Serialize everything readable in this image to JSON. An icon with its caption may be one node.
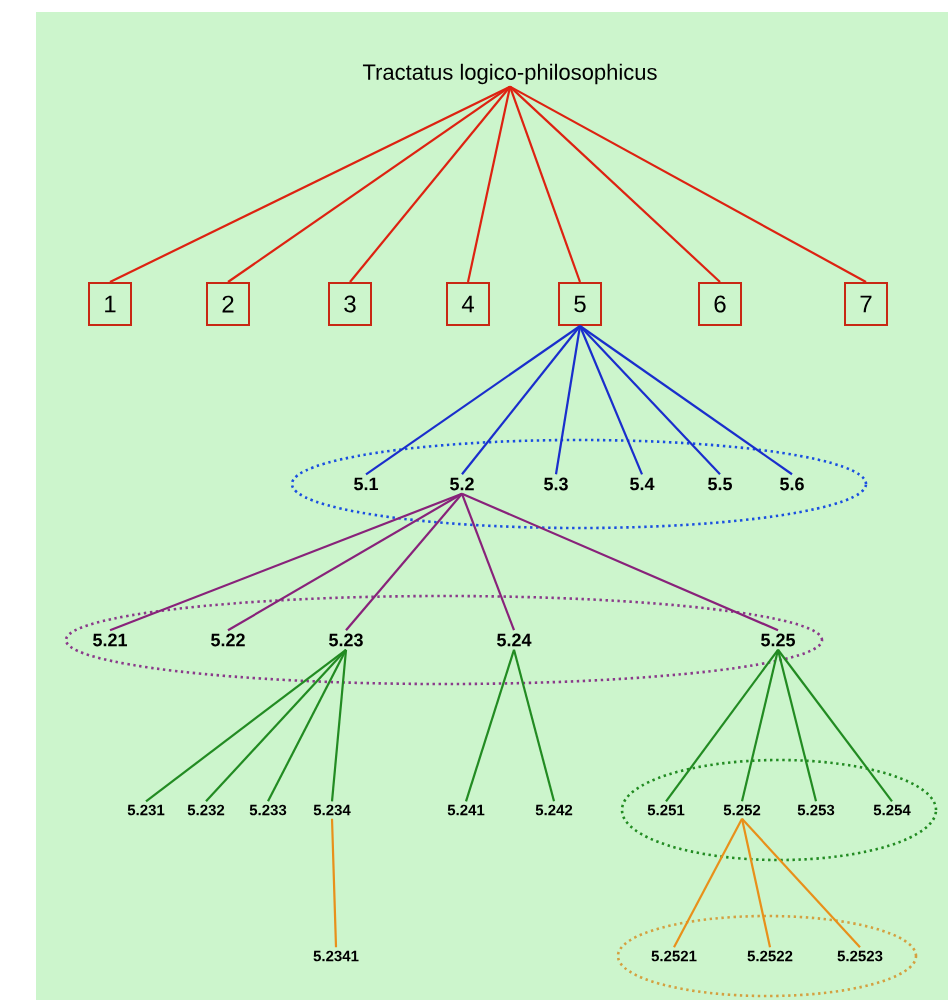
{
  "diagram": {
    "nodes": [
      {
        "text": [
          "Tractatus logico-philosophicus"
        ]
      },
      {
        "text": [
          "1"
        ]
      },
      {
        "text": [
          "2"
        ]
      },
      {
        "text": [
          "3"
        ]
      },
      {
        "text": [
          "4"
        ]
      },
      {
        "text": [
          "5"
        ]
      },
      {
        "text": [
          "6"
        ]
      },
      {
        "text": [
          "7"
        ]
      },
      {
        "text": [],
        "shape": "ellipse"
      },
      {
        "text": [
          "5.1"
        ],
        "in": 8
      },
      {
        "text": [
          "5.2"
        ],
        "in": 8
      },
      {
        "text": [
          "5.3"
        ],
        "in": 8
      },
      {
        "text": [
          "5.4"
        ],
        "in": 8
      },
      {
        "text": [
          "5.5"
        ],
        "in": 8
      },
      {
        "text": [
          "5.6"
        ],
        "in": 8
      },
      {
        "text": [],
        "shape": "ellipse"
      },
      {
        "text": [
          "5.21"
        ],
        "in": 15
      },
      {
        "text": [
          "5.22"
        ],
        "in": 15
      },
      {
        "text": [
          "5.23"
        ],
        "in": 15
      },
      {
        "text": [
          "5.24"
        ],
        "in": 15
      },
      {
        "text": [
          "5.25"
        ],
        "in": 15
      },
      {
        "text": [
          "5.231"
        ]
      },
      {
        "text": [
          "5.232"
        ]
      },
      {
        "text": [
          "5.233"
        ]
      },
      {
        "text": [
          "5.234"
        ]
      },
      {
        "text": [
          "5.241"
        ]
      },
      {
        "text": [
          "5.242"
        ]
      },
      {
        "text": [],
        "shape": "ellipse"
      },
      {
        "text": [
          "5.251"
        ],
        "in": 27
      },
      {
        "text": [
          "5.252"
        ],
        "in": 27
      },
      {
        "text": [
          "5.253"
        ],
        "in": 27
      },
      {
        "text": [
          "5.254"
        ],
        "in": 27
      },
      {
        "text": [
          "5.2341"
        ]
      },
      {
        "text": [],
        "shape": "ellipse"
      },
      {
        "text": [
          "5.2521"
        ],
        "in": 33
      },
      {
        "text": [
          "5.2522"
        ],
        "in": 33
      },
      {
        "text": [
          "5.2523"
        ],
        "in": 33
      }
    ],
    "edges": [
      {
        "from": 0,
        "to": 1,
        "arrow": "none",
        "color": "#dd2211"
      },
      {
        "from": 0,
        "to": 2,
        "arrow": "none",
        "color": "#dd2211"
      },
      {
        "from": 0,
        "to": 3,
        "arrow": "none",
        "color": "#dd2211"
      },
      {
        "from": 0,
        "to": 4,
        "arrow": "none",
        "color": "#dd2211"
      },
      {
        "from": 0,
        "to": 5,
        "arrow": "none",
        "color": "#dd2211"
      },
      {
        "from": 0,
        "to": 6,
        "arrow": "none",
        "color": "#dd2211"
      },
      {
        "from": 0,
        "to": 7,
        "arrow": "none",
        "color": "#dd2211"
      },
      {
        "from": 5,
        "to": 9,
        "arrow": "none",
        "color": "#1a2ecc"
      },
      {
        "from": 5,
        "to": 10,
        "arrow": "none",
        "color": "#1a2ecc"
      },
      {
        "from": 5,
        "to": 11,
        "arrow": "none",
        "color": "#1a2ecc"
      },
      {
        "from": 5,
        "to": 12,
        "arrow": "none",
        "color": "#1a2ecc"
      },
      {
        "from": 5,
        "to": 13,
        "arrow": "none",
        "color": "#1a2ecc"
      },
      {
        "from": 5,
        "to": 14,
        "arrow": "none",
        "color": "#1a2ecc"
      },
      {
        "from": 10,
        "to": 16,
        "arrow": "none",
        "color": "#88227a"
      },
      {
        "from": 10,
        "to": 17,
        "arrow": "none",
        "color": "#88227a"
      },
      {
        "from": 10,
        "to": 18,
        "arrow": "none",
        "color": "#88227a"
      },
      {
        "from": 10,
        "to": 19,
        "arrow": "none",
        "color": "#88227a"
      },
      {
        "from": 10,
        "to": 20,
        "arrow": "none",
        "color": "#88227a"
      },
      {
        "from": 18,
        "to": 21,
        "arrow": "none"
      },
      {
        "from": 18,
        "to": 22,
        "arrow": "none"
      },
      {
        "from": 18,
        "to": 23,
        "arrow": "none"
      },
      {
        "from": 18,
        "to": 24,
        "arrow": "none"
      },
      {
        "from": 19,
        "to": 25,
        "arrow": "none"
      },
      {
        "from": 19,
        "to": 26,
        "arrow": "none"
      },
      {
        "from": 20,
        "to": 28,
        "arrow": "none"
      },
      {
        "from": 20,
        "to": 29,
        "arrow": "none"
      },
      {
        "from": 20,
        "to": 30,
        "arrow": "none"
      },
      {
        "from": 20,
        "to": 31,
        "arrow": "none"
      },
      {
        "from": 24,
        "to": 32,
        "arrow": "none",
        "color": "#e8901a"
      },
      {
        "from": 29,
        "to": 34,
        "arrow": "none",
        "color": "#e8901a"
      },
      {
        "from": 29,
        "to": 35,
        "arrow": "none",
        "color": "#e8901a"
      },
      {
        "from": 29,
        "to": 36,
        "arrow": "none",
        "color": "#e8901a"
      }
    ]
  }
}
